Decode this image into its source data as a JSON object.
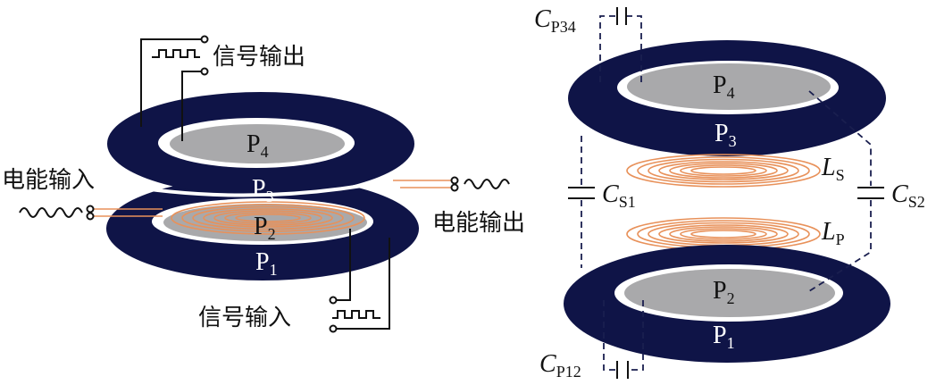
{
  "colors": {
    "ring": "#0f1447",
    "plate": "#a9a9ab",
    "coil": "#e8915a",
    "wire": "#111111",
    "background": "#ffffff"
  },
  "left": {
    "signal_output": "信号输出",
    "power_input": "电能输入",
    "power_output": "电能输出",
    "signal_input": "信号输入",
    "plates": {
      "p4": {
        "letter": "P",
        "sub": "4"
      },
      "p3": {
        "letter": "P",
        "sub": "3"
      },
      "p2": {
        "letter": "P",
        "sub": "2"
      },
      "p1": {
        "letter": "P",
        "sub": "1"
      }
    }
  },
  "right": {
    "plates": {
      "p4": {
        "letter": "P",
        "sub": "4"
      },
      "p3": {
        "letter": "P",
        "sub": "3"
      },
      "p2": {
        "letter": "P",
        "sub": "2"
      },
      "p1": {
        "letter": "P",
        "sub": "1"
      }
    },
    "capacitors": {
      "cp34": {
        "letter": "C",
        "sub": "P34"
      },
      "cs1": {
        "letter": "C",
        "sub": "S1"
      },
      "cs2": {
        "letter": "C",
        "sub": "S2"
      },
      "cp12": {
        "letter": "C",
        "sub": "P12"
      }
    },
    "inductors": {
      "ls": {
        "letter": "L",
        "sub": "S"
      },
      "lp": {
        "letter": "L",
        "sub": "P"
      }
    }
  }
}
